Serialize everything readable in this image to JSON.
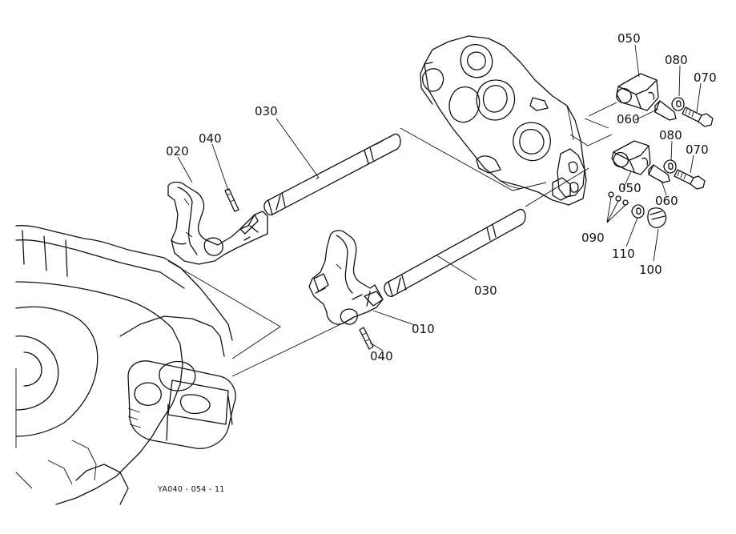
{
  "labels": {
    "p010": "010",
    "p020": "020",
    "p030_upper": "030",
    "p030_lower": "030",
    "p040_upper": "040",
    "p040_lower": "040",
    "p050_upper": "050",
    "p050_lower": "050",
    "p060_upper": "060",
    "p060_lower": "060",
    "p070_upper": "070",
    "p070_lower": "070",
    "p080_upper": "080",
    "p080_lower": "080",
    "p090": "090",
    "p100": "100",
    "p110": "110"
  },
  "drawing_code": "YA040 - 054 - 11"
}
